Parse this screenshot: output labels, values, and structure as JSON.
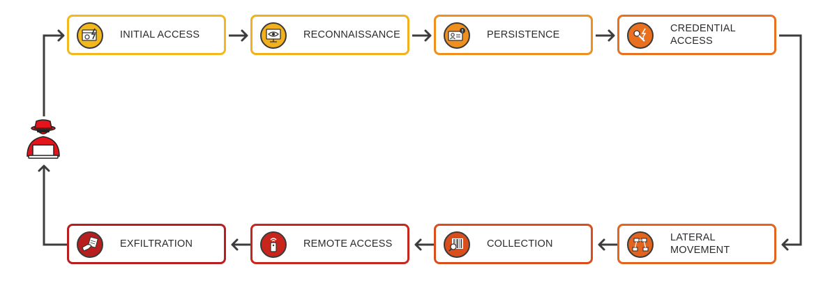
{
  "diagram": {
    "stages": [
      {
        "label": "INITIAL ACCESS",
        "icon": "browser-lightning-icon",
        "color": "#F2B81C"
      },
      {
        "label": "RECONNAISSANCE",
        "icon": "eye-monitor-icon",
        "color": "#F2B01C"
      },
      {
        "label": "PERSISTENCE",
        "icon": "id-card-alert-icon",
        "color": "#EE8F1E"
      },
      {
        "label": "CREDENTIAL ACCESS",
        "icon": "key-lightning-icon",
        "color": "#E8701F"
      },
      {
        "label": "LATERAL MOVEMENT",
        "icon": "network-nodes-icon",
        "color": "#E2641E"
      },
      {
        "label": "COLLECTION",
        "icon": "barcode-magnifier-icon",
        "color": "#D94E1C"
      },
      {
        "label": "REMOTE ACCESS",
        "icon": "remote-device-icon",
        "color": "#C8261C"
      },
      {
        "label": "EXFILTRATION",
        "icon": "hand-document-icon",
        "color": "#B81E1E"
      }
    ],
    "attacker_icon": "hacker-icon",
    "arrow_color": "#3C3C3C"
  }
}
